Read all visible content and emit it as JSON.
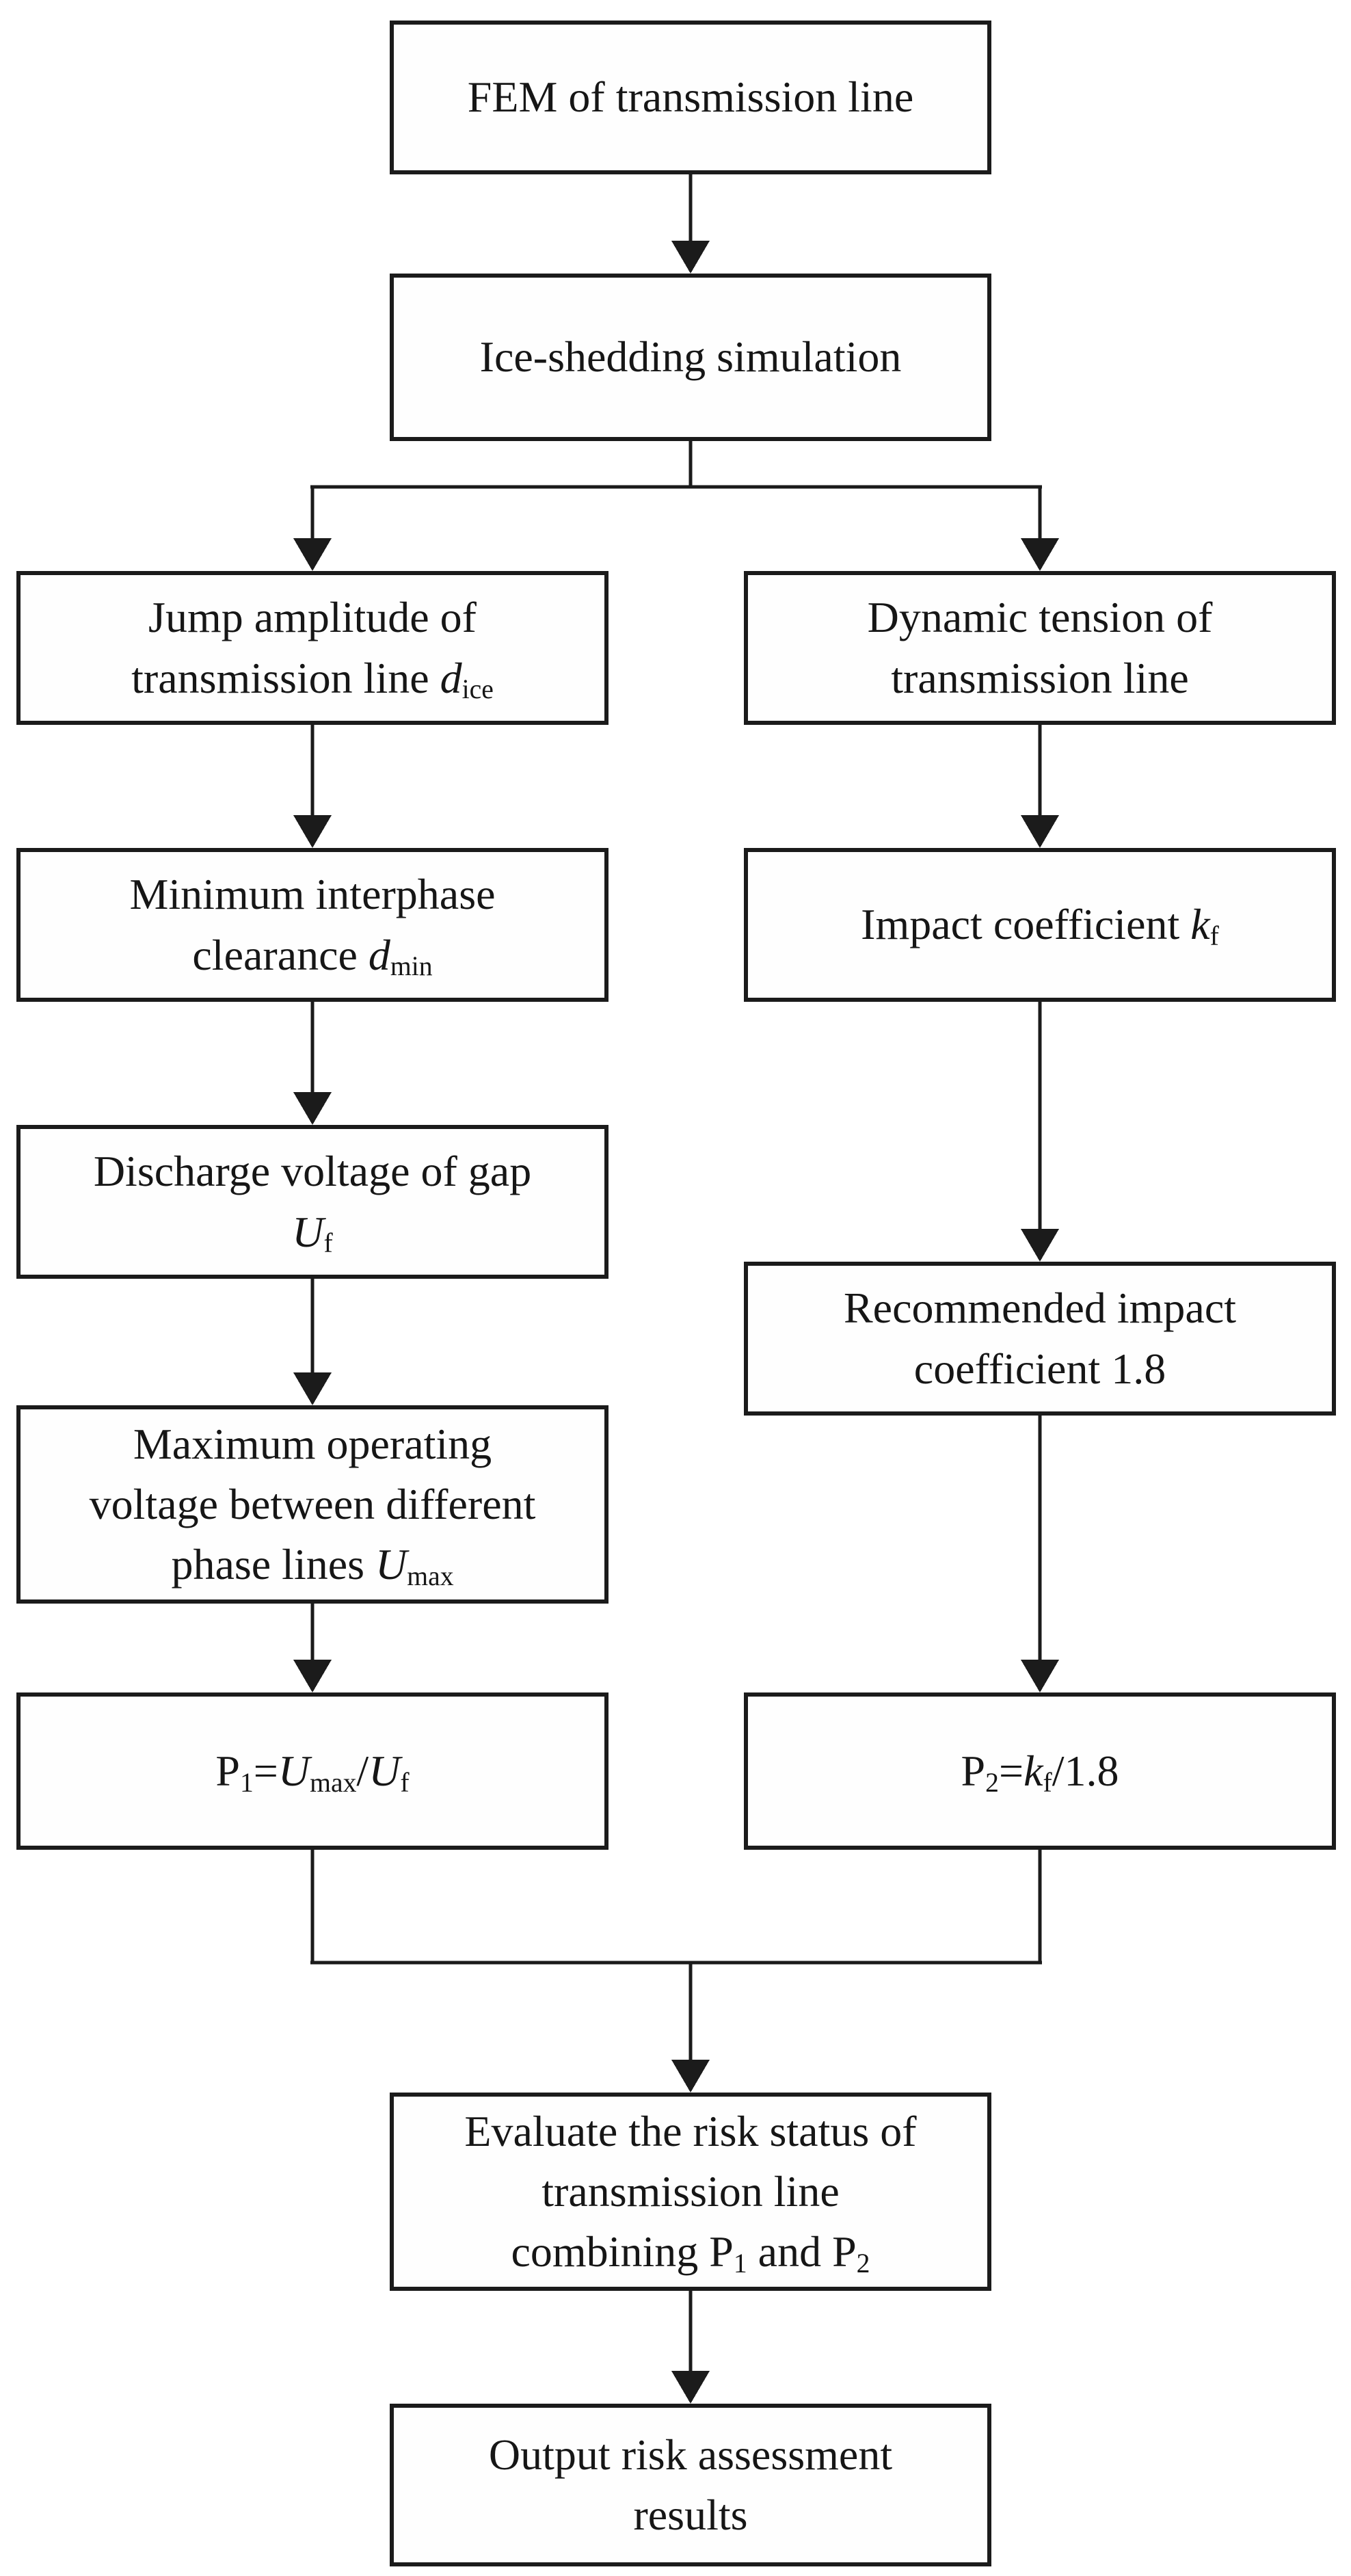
{
  "diagram": {
    "type": "flowchart",
    "description": "Risk assessment flow for transmission line after ice-shedding",
    "colors": {
      "background": "#ffffff",
      "box_border": "#1b1b1b",
      "line": "#1b1b1b",
      "text": "#161616"
    }
  },
  "nodes": {
    "fem": {
      "lines": [
        [
          {
            "t": "FEM of transmission line"
          }
        ]
      ]
    },
    "ice": {
      "lines": [
        [
          {
            "t": "Ice-shedding simulation"
          }
        ]
      ]
    },
    "jump": {
      "lines": [
        [
          {
            "t": "Jump amplitude of"
          }
        ],
        [
          {
            "t": "transmission line "
          },
          {
            "t": "d",
            "s": "i"
          },
          {
            "t": "ice",
            "s": "sub"
          }
        ]
      ]
    },
    "dynamic": {
      "lines": [
        [
          {
            "t": "Dynamic tension of"
          }
        ],
        [
          {
            "t": "transmission line"
          }
        ]
      ]
    },
    "minimum": {
      "lines": [
        [
          {
            "t": "Minimum interphase"
          }
        ],
        [
          {
            "t": "clearance "
          },
          {
            "t": "d",
            "s": "i"
          },
          {
            "t": "min",
            "s": "sub"
          }
        ]
      ]
    },
    "impact": {
      "lines": [
        [
          {
            "t": "Impact coefficient "
          },
          {
            "t": "k",
            "s": "i"
          },
          {
            "t": "f",
            "s": "sub"
          }
        ]
      ]
    },
    "discharge": {
      "lines": [
        [
          {
            "t": "Discharge voltage of gap"
          }
        ],
        [
          {
            "t": "U",
            "s": "i"
          },
          {
            "t": "f",
            "s": "sub"
          }
        ]
      ]
    },
    "recommended": {
      "lines": [
        [
          {
            "t": "Recommended impact"
          }
        ],
        [
          {
            "t": "coefficient 1.8"
          }
        ]
      ]
    },
    "maximum": {
      "lines": [
        [
          {
            "t": "Maximum operating"
          }
        ],
        [
          {
            "t": "voltage between different"
          }
        ],
        [
          {
            "t": "phase lines "
          },
          {
            "t": "U",
            "s": "i"
          },
          {
            "t": "max",
            "s": "sub"
          }
        ]
      ]
    },
    "p1": {
      "lines": [
        [
          {
            "t": "P"
          },
          {
            "t": "1",
            "s": "sub"
          },
          {
            "t": "="
          },
          {
            "t": "U",
            "s": "i"
          },
          {
            "t": "max",
            "s": "sub"
          },
          {
            "t": "/"
          },
          {
            "t": "U",
            "s": "i"
          },
          {
            "t": "f",
            "s": "sub"
          }
        ]
      ]
    },
    "p2": {
      "lines": [
        [
          {
            "t": "P"
          },
          {
            "t": "2",
            "s": "sub"
          },
          {
            "t": "="
          },
          {
            "t": "k",
            "s": "i"
          },
          {
            "t": "f",
            "s": "sub"
          },
          {
            "t": "/1.8"
          }
        ]
      ]
    },
    "evaluate": {
      "lines": [
        [
          {
            "t": "Evaluate the risk status of"
          }
        ],
        [
          {
            "t": "transmission line"
          }
        ],
        [
          {
            "t": "combining P"
          },
          {
            "t": "1",
            "s": "sub"
          },
          {
            "t": " and P"
          },
          {
            "t": "2",
            "s": "sub"
          }
        ]
      ]
    },
    "output": {
      "lines": [
        [
          {
            "t": "Output risk assessment"
          }
        ],
        [
          {
            "t": "results"
          }
        ]
      ]
    }
  }
}
